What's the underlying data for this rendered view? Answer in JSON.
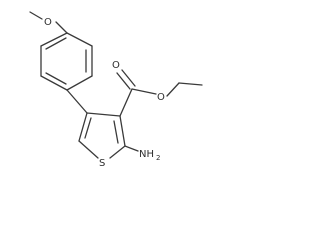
{
  "structure": {
    "atoms": {
      "methoxy_o": "O",
      "ester_carbonyl_o": "O",
      "ester_ether_o": "O",
      "ring_s": "S",
      "amine_n": "NH",
      "amine_sub": "2"
    },
    "colors": {
      "bond": "#3a3a3a",
      "label": "#2e2e2e",
      "background": "#ffffff"
    }
  }
}
